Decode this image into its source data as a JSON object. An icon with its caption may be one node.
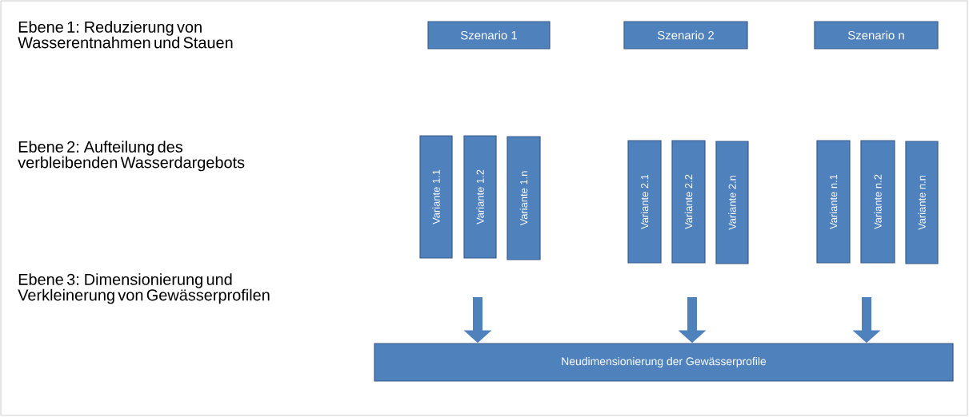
{
  "diagram": {
    "nodes": [
      {
        "text": [
          "Szenario 1"
        ]
      },
      {
        "text": [
          "Szenario 2"
        ]
      },
      {
        "text": [
          "Szenario n"
        ]
      },
      {
        "text": [
          "Variante 1.1"
        ]
      },
      {
        "text": [
          "Variante 1.2"
        ]
      },
      {
        "text": [
          "Variante 1.n"
        ]
      },
      {
        "text": [
          "Variante 2.1"
        ]
      },
      {
        "text": [
          "Variante 2.2"
        ]
      },
      {
        "text": [
          "Variante 2.n"
        ]
      },
      {
        "text": [
          "Variante n.1"
        ]
      },
      {
        "text": [
          "Variante n.2"
        ]
      },
      {
        "text": [
          "Variante n.n"
        ]
      },
      {
        "text": [
          "Neudimensionierung der Gewässerprofile"
        ]
      }
    ],
    "edges": [
      {
        "from": null,
        "to": 12,
        "arrow": "to"
      },
      {
        "from": null,
        "to": 12,
        "arrow": "to"
      },
      {
        "from": null,
        "to": 12,
        "arrow": "to"
      }
    ],
    "labels": [
      "Ebene 1: Reduzierung von Wasserentnahmen und Stauen",
      "Ebene 2: Aufteilung des verbleibenden Wasserdargebots",
      "Ebene 3: Dimensionierung und Verkleinerung von Gewässerprofilen"
    ]
  }
}
